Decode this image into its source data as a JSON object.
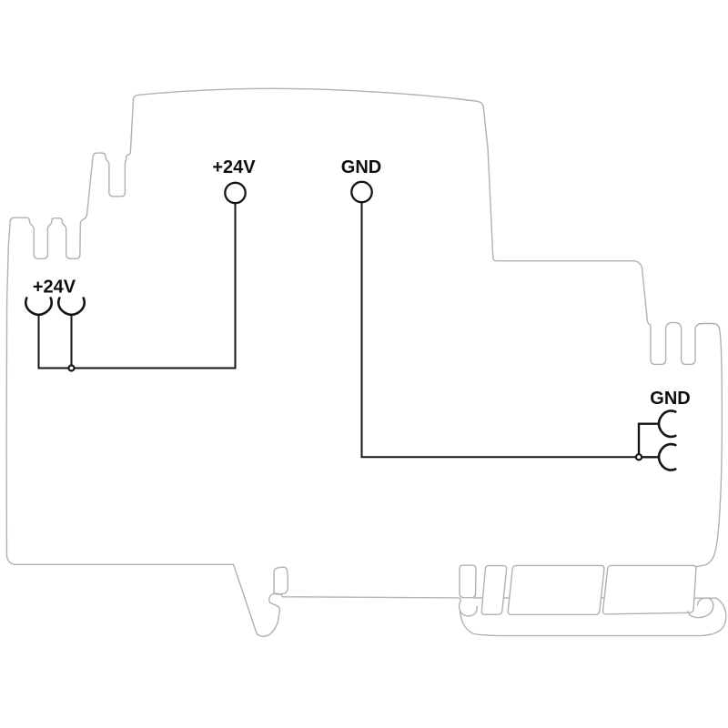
{
  "diagram": {
    "kind": "din-rail-terminal-block-wiring-diagram",
    "labels": {
      "terminal_top_24v": "+24V",
      "terminal_top_gnd": "GND",
      "terminal_left_24v": "+24V",
      "terminal_right_gnd": "GND"
    },
    "colors": {
      "background": "#ffffff",
      "outline": "#b1b1b1",
      "wire": "#141414",
      "label": "#0d0d0d"
    },
    "symbols": [
      "terminal-block-side-profile-outline",
      "din-rail-cross-section",
      "circle-test-point-terminal",
      "spring-clamp-contact-fork",
      "wire-junction-dot"
    ]
  }
}
